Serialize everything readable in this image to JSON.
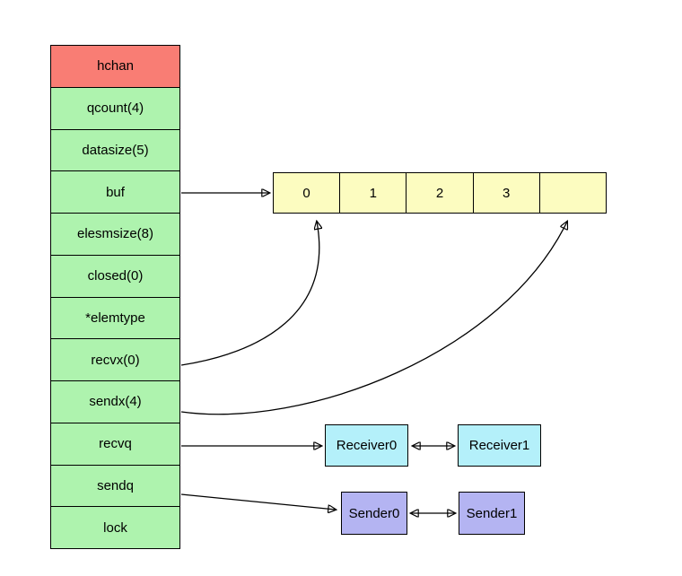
{
  "struct": {
    "header": "hchan",
    "fields": [
      "qcount(4)",
      "datasize(5)",
      "buf",
      "elesmsize(8)",
      "closed(0)",
      "*elemtype",
      "recvx(0)",
      "sendx(4)",
      "recvq",
      "sendq",
      "lock"
    ]
  },
  "buffer": {
    "cells": [
      "0",
      "1",
      "2",
      "3",
      ""
    ]
  },
  "receiver_queue": {
    "nodes": [
      "Receiver0",
      "Receiver1"
    ]
  },
  "sender_queue": {
    "nodes": [
      "Sender0",
      "Sender1"
    ]
  },
  "colors": {
    "struct_header": "#f97d74",
    "struct_field": "#aef3ae",
    "buffer_cell": "#fcfcc0",
    "receiver_node": "#b4f0fa",
    "sender_node": "#b4b4f2",
    "arrow": "#000000",
    "border": "#000000"
  }
}
